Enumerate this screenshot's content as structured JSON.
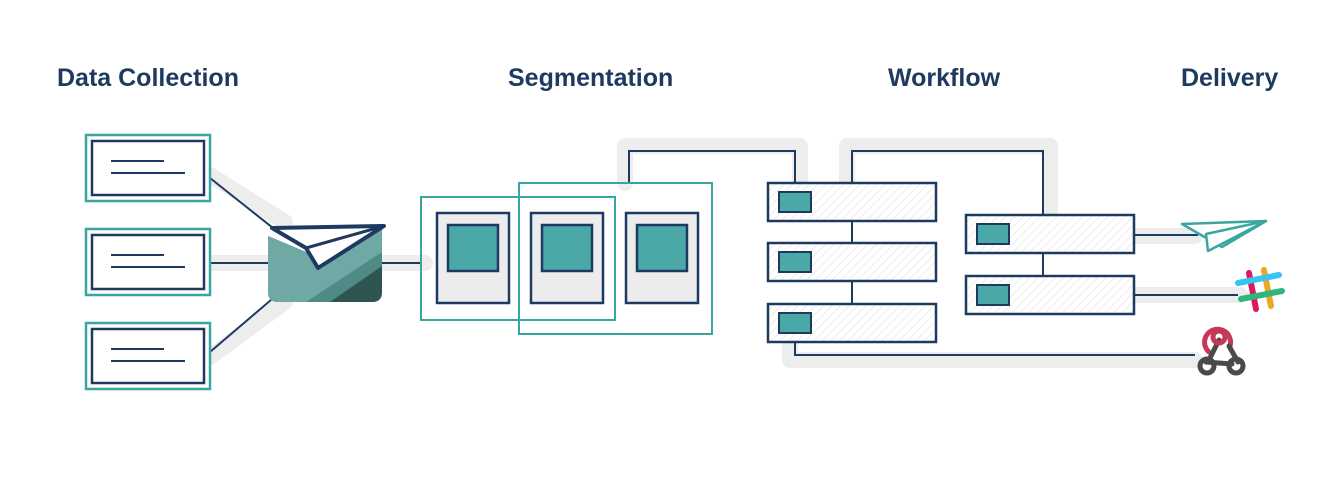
{
  "stages": {
    "data_collection": "Data Collection",
    "segmentation": "Segmentation",
    "workflow": "Workflow",
    "delivery": "Delivery"
  },
  "icons": {
    "source": "envelope-paper-plane-icon",
    "delivery": [
      "paper-plane-icon",
      "slack-icon",
      "webhook-icon"
    ]
  },
  "colors": {
    "navy": "#1f3a60",
    "teal": "#3aa6a1",
    "teal_fill": "#4aa8a6",
    "flow_shadow": "#ededed",
    "panel_gray": "#ececed"
  }
}
